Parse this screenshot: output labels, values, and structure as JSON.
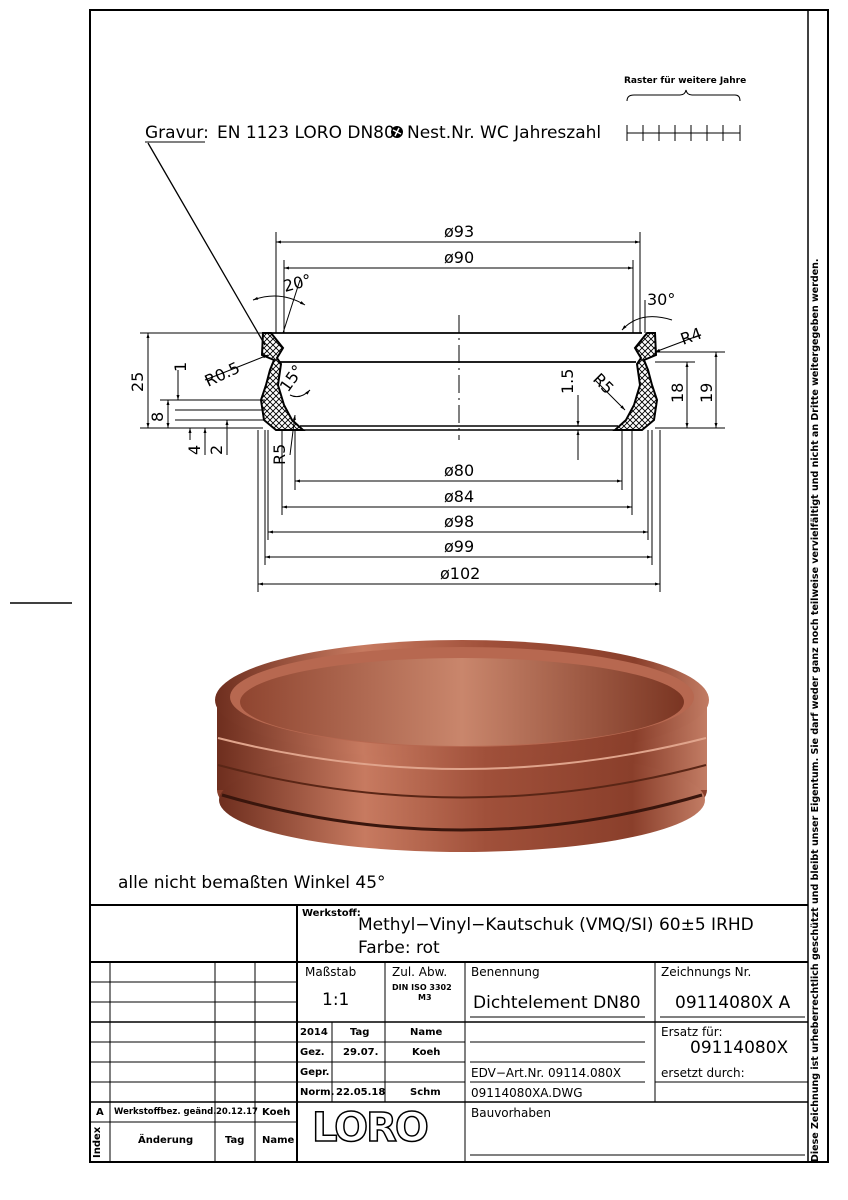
{
  "engraving": {
    "label": "Gravur:",
    "text": "EN 1123 LORO DN80",
    "symbol": "recycling-circle-icon",
    "text2": "Nest.Nr. WC Jahreszahl",
    "grid_label": "Raster für weitere Jahre"
  },
  "dimensions": {
    "d93": "ø93",
    "d90": "ø90",
    "d80": "ø80",
    "d84": "ø84",
    "d98": "ø98",
    "d99": "ø99",
    "d102": "ø102",
    "h25": "25",
    "h8": "8",
    "h1": "1",
    "h4": "4",
    "h2": "2",
    "h1_5": "1.5",
    "h18": "18",
    "h19": "19",
    "a20": "20°",
    "a15": "15°",
    "a30": "30°",
    "r05": "R0.5",
    "r5_left": "R5",
    "r5_right": "R5",
    "r4": "R4"
  },
  "note": "alle nicht bemaßten Winkel 45°",
  "title_block": {
    "material_label": "Werkstoff:",
    "material": "Methyl−Vinyl−Kautschuk (VMQ/SI) 60±5 IRHD",
    "color": "Farbe: rot",
    "scale_label": "Maßstab",
    "scale": "1:1",
    "tolerance_label": "Zul. Abw.",
    "tolerance_std": "DIN ISO 3302",
    "tolerance_class": "M3",
    "name_label": "Benennung",
    "name": "Dichtelement DN80",
    "drawing_no_label": "Zeichnungs Nr.",
    "drawing_no": "09114080X A",
    "year": "2014",
    "day_label": "Tag",
    "person_label": "Name",
    "drawn_label": "Gez.",
    "drawn_date": "29.07.",
    "drawn_by": "Koeh",
    "checked_label": "Gepr.",
    "norm_label": "Norm.",
    "norm_date": "22.05.18",
    "norm_by": "Schm",
    "edv": "EDV−Art.Nr. 09114.080X",
    "file": "09114080XA.DWG",
    "replaces_label": "Ersatz für:",
    "replaces": "09114080X",
    "replaced_by_label": "ersetzt durch:",
    "project_label": "Bauvorhaben",
    "logo": "LORO",
    "revisions": [
      {
        "index": "A",
        "change": "Werkstoffbez. geänd.",
        "date": "20.12.17",
        "name": "Koeh"
      }
    ],
    "rev_header": {
      "index": "Index",
      "change": "Änderung",
      "date": "Tag",
      "name": "Name"
    }
  },
  "copyright": "Diese Zeichnung ist urheberrechtlich geschützt und bleibt unser Eigentum. Sie darf weder ganz noch teilweise vervielfältigt und nicht an Dritte weitergegeben werden.",
  "colors": {
    "rubber": "#a0503a",
    "rubber_light": "#d9957c",
    "rubber_dark": "#6e2e1e"
  }
}
